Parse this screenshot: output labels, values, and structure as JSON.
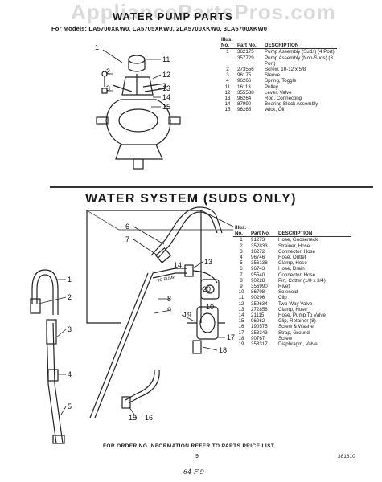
{
  "watermark": "AppliancePartsPros.com",
  "top_section": {
    "title": "WATER PUMP PARTS",
    "models_line": "For Models: LA5700XKW0, LA5705XKW0, 2LA5700XKW0, 3LA5700XKW0",
    "callouts": [
      "1",
      "2",
      "3",
      "11",
      "12",
      "13",
      "14",
      "15"
    ],
    "table": {
      "headers": {
        "illus": "Illus. No.",
        "part": "Part No.",
        "desc": "DESCRIPTION"
      },
      "rows": [
        {
          "illus": "1",
          "part": "362175",
          "desc": "Pump Assembly (Suds) (4 Port)"
        },
        {
          "illus": "",
          "part": "357729",
          "desc": "Pump Assembly (Non-Suds) (3 Port)"
        },
        {
          "illus": "2",
          "part": "273556",
          "desc": "Screw, 10-12 x 5/8"
        },
        {
          "illus": "3",
          "part": "96175",
          "desc": "Sleeve"
        },
        {
          "illus": "4",
          "part": "96266",
          "desc": "Spring, Toggle"
        },
        {
          "illus": "11",
          "part": "16113",
          "desc": "Pulley"
        },
        {
          "illus": "12",
          "part": "355538",
          "desc": "Lever, Valve"
        },
        {
          "illus": "13",
          "part": "96264",
          "desc": "Rod, Connecting"
        },
        {
          "illus": "14",
          "part": "87990",
          "desc": "Bearing Block Assembly"
        },
        {
          "illus": "15",
          "part": "96265",
          "desc": "Wick, Oil"
        }
      ]
    }
  },
  "bottom_section": {
    "title": "WATER SYSTEM (SUDS ONLY)",
    "callouts": [
      "1",
      "2",
      "3",
      "4",
      "5",
      "6",
      "7",
      "8",
      "9",
      "10",
      "13",
      "14",
      "15",
      "16",
      "17",
      "18",
      "19",
      "20"
    ],
    "diagram_label": "TO PUMP",
    "table": {
      "headers": {
        "illus": "Illus. No.",
        "part": "Part No.",
        "desc": "DESCRIPTION"
      },
      "rows": [
        {
          "illus": "1",
          "part": "91273",
          "desc": "Hose, Gooseneck"
        },
        {
          "illus": "2",
          "part": "352833",
          "desc": "Strainer, Hose"
        },
        {
          "illus": "3",
          "part": "16272",
          "desc": "Connector, Hose"
        },
        {
          "illus": "4",
          "part": "96746",
          "desc": "Hose, Outlet"
        },
        {
          "illus": "5",
          "part": "356138",
          "desc": "Clamp, Hose"
        },
        {
          "illus": "6",
          "part": "96743",
          "desc": "Hose, Drain"
        },
        {
          "illus": "7",
          "part": "95540",
          "desc": "Connector, Hose"
        },
        {
          "illus": "8",
          "part": "90228",
          "desc": "Pin, Cotter (1/8 x 3/4)"
        },
        {
          "illus": "9",
          "part": "356990",
          "desc": "Rivet"
        },
        {
          "illus": "10",
          "part": "86798",
          "desc": "Solenoid"
        },
        {
          "illus": "11",
          "part": "90296",
          "desc": "Clip"
        },
        {
          "illus": "12",
          "part": "359634",
          "desc": "Two-Way Valve"
        },
        {
          "illus": "13",
          "part": "272858",
          "desc": "Clamp, Hose"
        },
        {
          "illus": "14",
          "part": "21115",
          "desc": "Hose, Pump To Valve"
        },
        {
          "illus": "15",
          "part": "96262",
          "desc": "Clip, Retainer (8)"
        },
        {
          "illus": "16",
          "part": "190575",
          "desc": "Screw & Washer"
        },
        {
          "illus": "17",
          "part": "358343",
          "desc": "Strap, Ground"
        },
        {
          "illus": "18",
          "part": "90767",
          "desc": "Screw"
        },
        {
          "illus": "19",
          "part": "358317",
          "desc": "Diaphragm, Valve"
        }
      ]
    }
  },
  "footer": "FOR ORDERING INFORMATION REFER TO PARTS PRICE LIST",
  "page_number": "9",
  "doc_code": "381810",
  "handwritten_note": "64-F-9"
}
